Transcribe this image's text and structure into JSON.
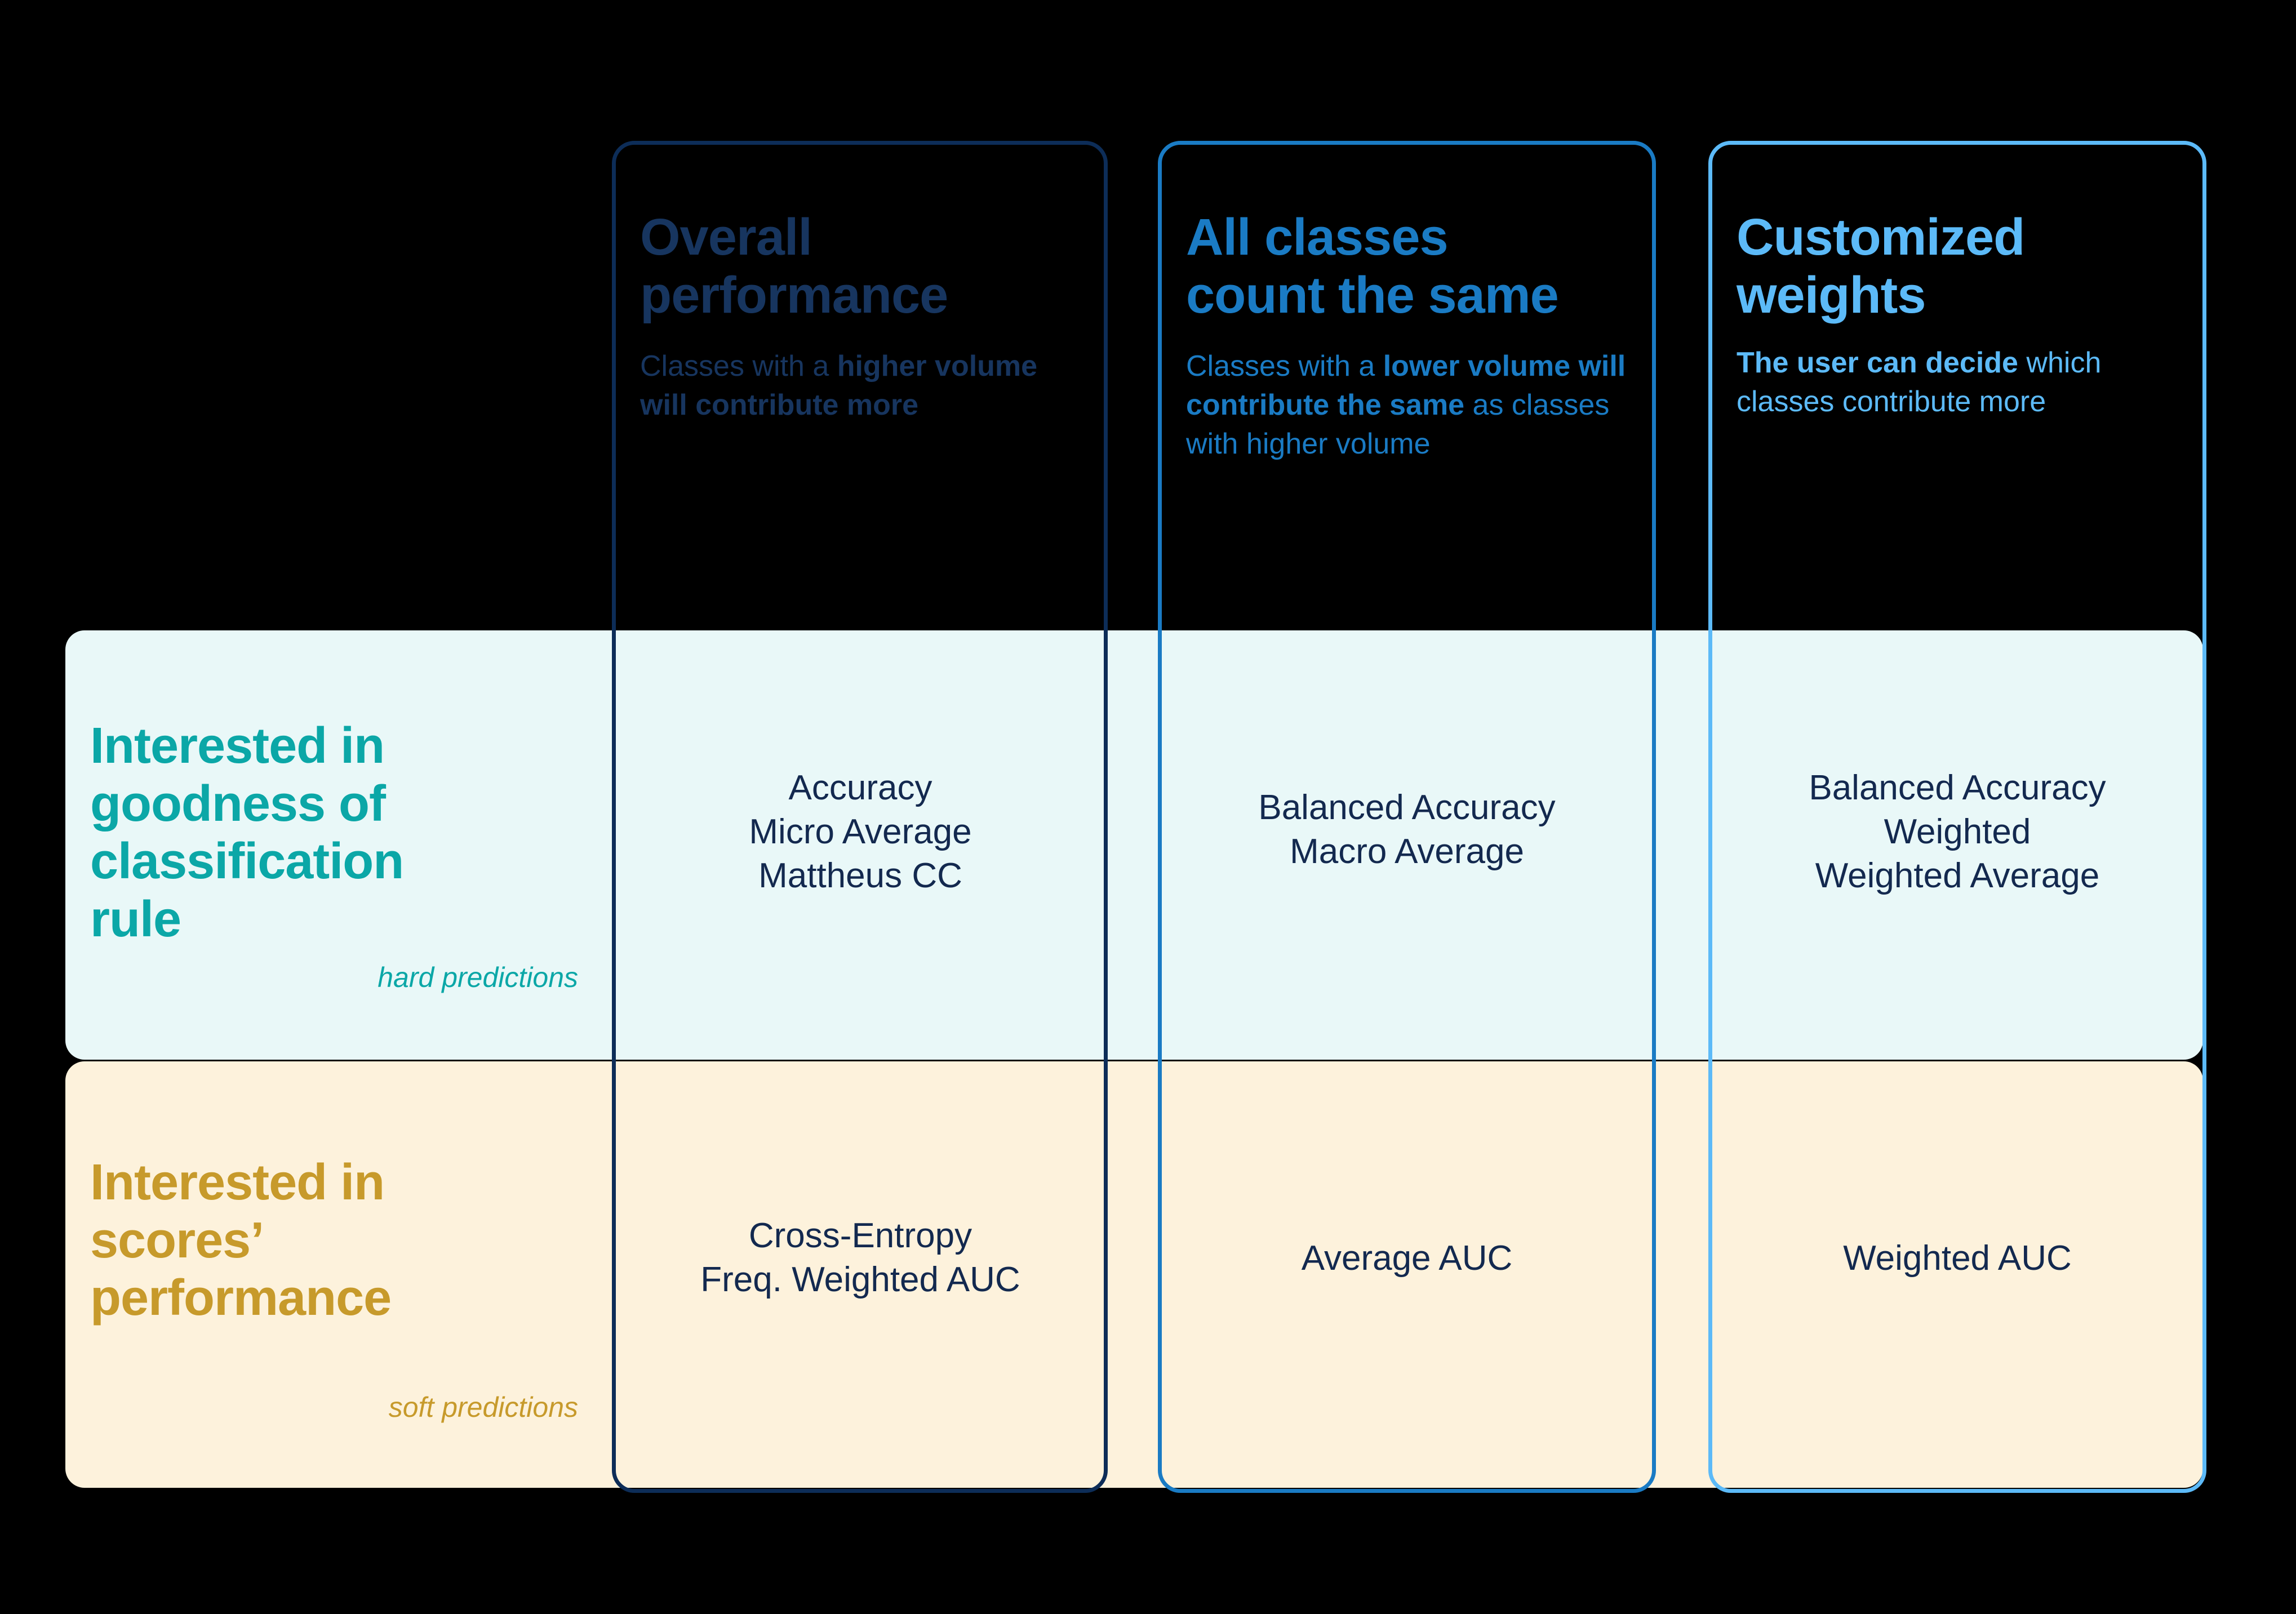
{
  "columns": [
    {
      "id": "overall",
      "title": "Overall\nperformance",
      "subtitle_pre": "Classes with a ",
      "subtitle_bold": "higher volume will contribute more",
      "subtitle_post": "",
      "accent": "#17355f",
      "border": "#0d2d58"
    },
    {
      "id": "all-classes",
      "title": "All classes\ncount the same",
      "subtitle_pre": "Classes with a ",
      "subtitle_bold": "lower volume will contribute the same",
      "subtitle_post": " as classes with higher volume",
      "accent": "#1a7bc4",
      "border": "#1a7bc4"
    },
    {
      "id": "customized",
      "title": "Customized\nweights",
      "subtitle_pre": "",
      "subtitle_bold": "The user can decide",
      "subtitle_post": " which classes contribute more",
      "accent": "#5cbaf8",
      "border": "#5cbaf8"
    }
  ],
  "rows": [
    {
      "id": "hard",
      "title": "Interested in\ngoodness of\nclassification\nrule",
      "note": "hard predictions",
      "accent": "#0ba7a7",
      "background": "#e9f8f8",
      "cells": [
        "Accuracy\nMicro Average\nMattheus CC",
        "Balanced Accuracy\nMacro Average",
        "Balanced Accuracy\nWeighted\nWeighted Average"
      ]
    },
    {
      "id": "soft",
      "title": "Interested in\nscores’\nperformance",
      "note": "soft predictions",
      "accent": "#c79a2b",
      "background": "#fdf2dc",
      "cells": [
        "Cross-Entropy\nFreq. Weighted AUC",
        "Average AUC",
        "Weighted AUC"
      ]
    }
  ],
  "colors": {
    "page_background": "#000000",
    "cell_text": "#13294f",
    "row_hard_background": "#e9f8f8",
    "row_soft_background": "#fdf2dc"
  }
}
